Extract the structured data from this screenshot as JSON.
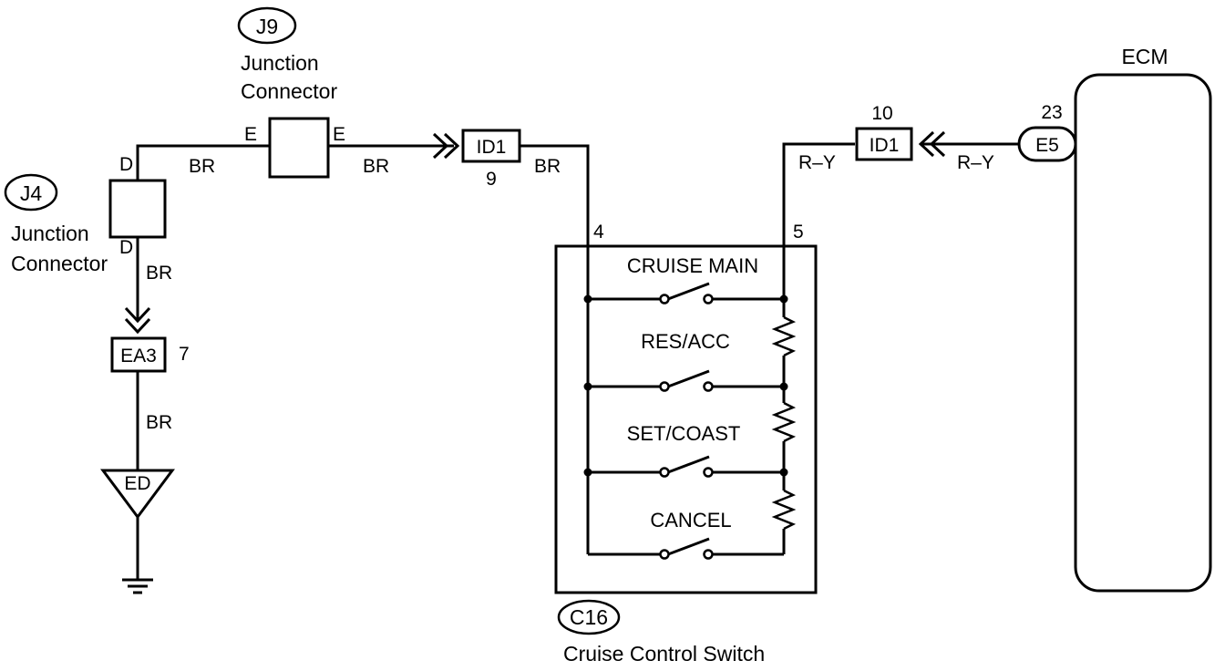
{
  "junction_j9": {
    "id": "J9",
    "name_line1": "Junction",
    "name_line2": "Connector",
    "pin_left": "E",
    "pin_right": "E"
  },
  "junction_j4": {
    "id": "J4",
    "name_line1": "Junction",
    "name_line2": "Connector",
    "pin_top": "D",
    "pin_bottom": "D"
  },
  "wires": {
    "br": "BR",
    "ry": "R–Y"
  },
  "connector_id1_left": {
    "label": "ID1",
    "pin": "9"
  },
  "connector_id1_right": {
    "label": "ID1",
    "pin": "10"
  },
  "connector_ea3": {
    "label": "EA3",
    "pin": "7"
  },
  "ground_ed": {
    "label": "ED"
  },
  "ecm": {
    "title": "ECM",
    "connector": "E5",
    "pin": "23"
  },
  "switch_c16": {
    "id": "C16",
    "name": "Cruise Control Switch",
    "pin_left": "4",
    "pin_right": "5",
    "switches": [
      "CRUISE MAIN",
      "RES/ACC",
      "SET/COAST",
      "CANCEL"
    ]
  }
}
